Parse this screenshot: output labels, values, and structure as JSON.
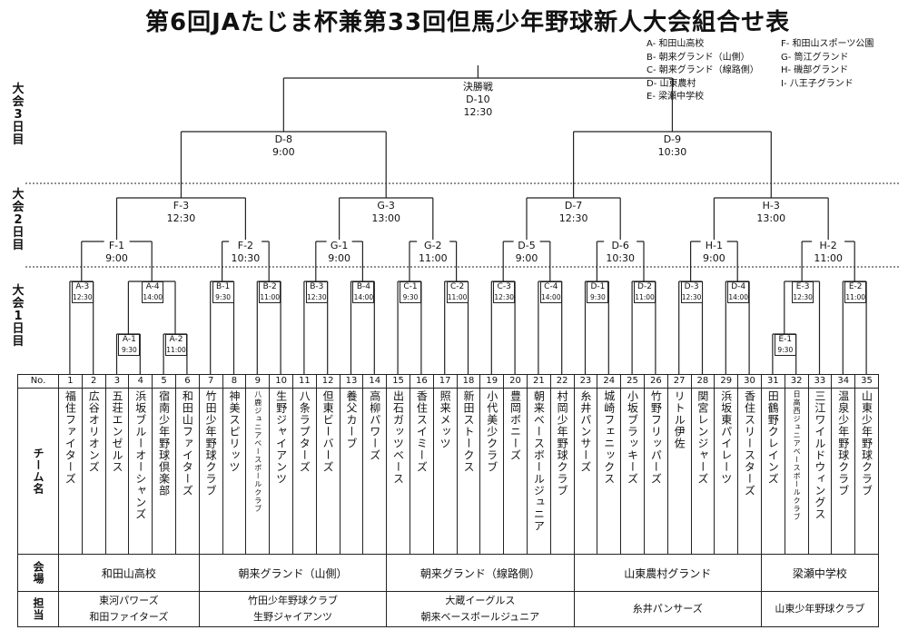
{
  "title": "第6回JAたじま杯兼第33回但馬少年野球新人大会組合せ表",
  "legend_left": [
    "A- 和田山高校",
    "B- 朝来グランド（山側）",
    "C- 朝来グランド（線路側）",
    "D- 山東農村",
    "E- 梁瀬中学校"
  ],
  "legend_right": [
    "F- 和田山スポーツ公園",
    "G- 筒江グランド",
    "H- 磯部グランド",
    "I- 八王子グランド"
  ],
  "day_labels": [
    "大会3日目",
    "大会2日目",
    "大会1日目"
  ],
  "final": {
    "name": "決勝戦",
    "code": "D-10",
    "time": "12:30"
  },
  "day3": [
    {
      "code": "D-8",
      "time": "9:00"
    },
    {
      "code": "D-9",
      "time": "10:30"
    }
  ],
  "day2_r2": [
    {
      "code": "F-3",
      "time": "12:30"
    },
    {
      "code": "G-3",
      "time": "13:00"
    },
    {
      "code": "D-7",
      "time": "12:30"
    },
    {
      "code": "H-3",
      "time": "13:00"
    }
  ],
  "day2_r1": [
    {
      "code": "F-1",
      "time": "9:00"
    },
    {
      "code": "F-2",
      "time": "10:30"
    },
    {
      "code": "G-1",
      "time": "9:00"
    },
    {
      "code": "G-2",
      "time": "11:00"
    },
    {
      "code": "D-5",
      "time": "9:00"
    },
    {
      "code": "D-6",
      "time": "10:30"
    },
    {
      "code": "H-1",
      "time": "9:00"
    },
    {
      "code": "H-2",
      "time": "11:00"
    }
  ],
  "day1": [
    {
      "code": "A-3",
      "time": "12:30"
    },
    {
      "code": "A-4",
      "time": "14:00"
    },
    {
      "code": "B-1",
      "time": "9:30"
    },
    {
      "code": "B-2",
      "time": "11:00"
    },
    {
      "code": "B-3",
      "time": "12:30"
    },
    {
      "code": "B-4",
      "time": "14:00"
    },
    {
      "code": "C-1",
      "time": "9:30"
    },
    {
      "code": "C-2",
      "time": "11:00"
    },
    {
      "code": "C-3",
      "time": "12:30"
    },
    {
      "code": "C-4",
      "time": "14:00"
    },
    {
      "code": "D-1",
      "time": "9:30"
    },
    {
      "code": "D-2",
      "time": "11:00"
    },
    {
      "code": "D-3",
      "time": "12:30"
    },
    {
      "code": "D-4",
      "time": "14:00"
    },
    {
      "code": "E-3",
      "time": "12:30"
    },
    {
      "code": "E-2",
      "time": "11:00"
    }
  ],
  "day1_first": [
    {
      "code": "A-1",
      "time": "9:30"
    },
    {
      "code": "A-2",
      "time": "11:00"
    },
    {
      "code": "E-1",
      "time": "9:30"
    }
  ],
  "table": {
    "no_label": "No.",
    "team_label": "チーム名",
    "venue_label": "会場",
    "staff_label": "担当",
    "teams": [
      {
        "no": "1",
        "name": "福住ファイターズ"
      },
      {
        "no": "2",
        "name": "広谷オリオンズ"
      },
      {
        "no": "3",
        "name": "五荘エンゼルス"
      },
      {
        "no": "4",
        "name": "浜坂ブルーオーシャンズ"
      },
      {
        "no": "5",
        "name": "宿南少年野球倶楽部"
      },
      {
        "no": "6",
        "name": "和田山ファイターズ"
      },
      {
        "no": "7",
        "name": "竹田少年野球クラブ"
      },
      {
        "no": "8",
        "name": "神美スピリッツ"
      },
      {
        "no": "9",
        "name": "八鹿ジュニアベースボールクラブ"
      },
      {
        "no": "10",
        "name": "生野ジャイアンツ"
      },
      {
        "no": "11",
        "name": "八条ラプターズ"
      },
      {
        "no": "12",
        "name": "但東ビーバーズ"
      },
      {
        "no": "13",
        "name": "養父カーブ"
      },
      {
        "no": "14",
        "name": "高柳パワーズ"
      },
      {
        "no": "15",
        "name": "出石ガッツベース"
      },
      {
        "no": "16",
        "name": "香住スイミーズ"
      },
      {
        "no": "17",
        "name": "照来メッツ"
      },
      {
        "no": "18",
        "name": "新田ストークス"
      },
      {
        "no": "19",
        "name": "小代美少クラブ"
      },
      {
        "no": "20",
        "name": "豊岡ボニーズ"
      },
      {
        "no": "21",
        "name": "朝来ベースボールジュニア"
      },
      {
        "no": "22",
        "name": "村岡少年野球クラブ"
      },
      {
        "no": "23",
        "name": "糸井パンサーズ"
      },
      {
        "no": "24",
        "name": "城崎フェニックス"
      },
      {
        "no": "25",
        "name": "小坂ブラッキーズ"
      },
      {
        "no": "26",
        "name": "竹野フリッパーズ"
      },
      {
        "no": "27",
        "name": "リトル伊佐"
      },
      {
        "no": "28",
        "name": "関宮レンジャーズ"
      },
      {
        "no": "29",
        "name": "浜坂東パイレーツ"
      },
      {
        "no": "30",
        "name": "香住スリースターズ"
      },
      {
        "no": "31",
        "name": "田鶴野クレインズ"
      },
      {
        "no": "32",
        "name": "日高西ジュニアベースボールクラブ"
      },
      {
        "no": "33",
        "name": "三江ワイルドウィングス"
      },
      {
        "no": "34",
        "name": "温泉少年野球クラブ"
      },
      {
        "no": "35",
        "name": "山東少年野球クラブ"
      }
    ],
    "venues": [
      {
        "name": "和田山高校"
      },
      {
        "name": "朝来グランド（山側）"
      },
      {
        "name": "朝来グランド（線路側）"
      },
      {
        "name": "山東農村グランド"
      },
      {
        "name": "梁瀬中学校"
      }
    ],
    "staff": [
      {
        "text": "東河パワーズ\n和田ファイターズ"
      },
      {
        "text": "竹田少年野球クラブ\n生野ジャイアンツ"
      },
      {
        "text": "大蔵イーグルス\n朝来ベースボールジュニア"
      },
      {
        "text": "糸井パンサーズ"
      },
      {
        "text": "山東少年野球クラブ"
      }
    ]
  }
}
